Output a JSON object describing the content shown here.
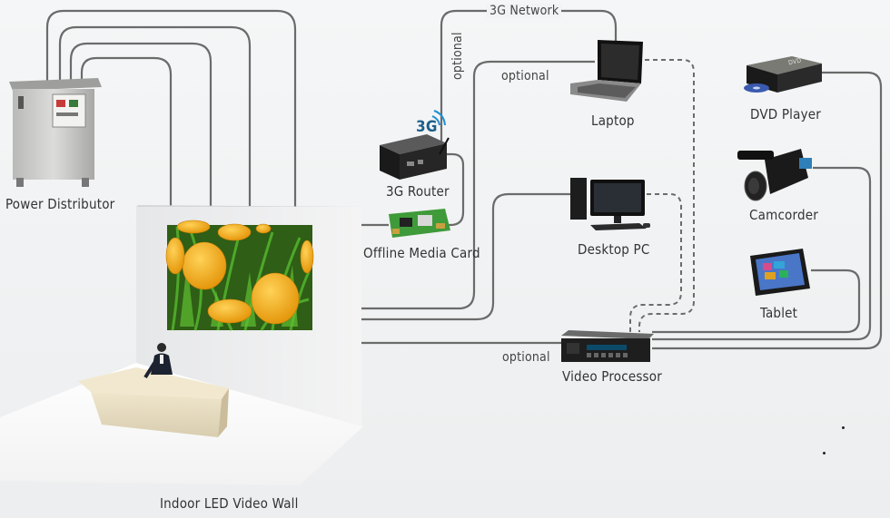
{
  "labels": {
    "power_distributor": "Power Distributor",
    "router_3g": "3G Router",
    "offline_media_card": "Offline Media Card",
    "laptop": "Laptop",
    "desktop_pc": "Desktop PC",
    "dvd_player": "DVD Player",
    "camcorder": "Camcorder",
    "tablet": "Tablet",
    "video_processor": "Video Processor",
    "led_wall": "Indoor LED Video Wall",
    "network_3g": "3G Network",
    "optional_vertical": "optional",
    "optional_laptop": "optional",
    "optional_processor": "optional",
    "badge_3g": "3G",
    "dvd_brand": "DVD"
  },
  "colors": {
    "cable": "#6b6b6b",
    "background": "#eff0f1",
    "cabinet": "#c9c9c7",
    "tulip": "#f5b21e",
    "leaf": "#3e8c1f"
  }
}
